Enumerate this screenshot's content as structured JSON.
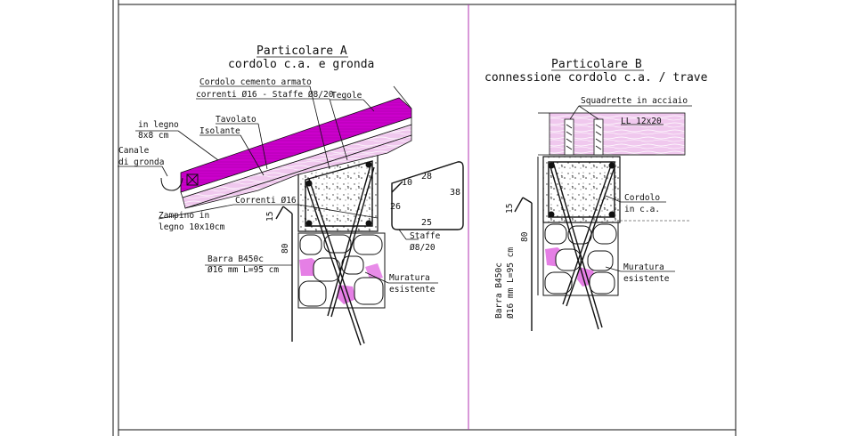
{
  "colors": {
    "magenta": "#cc00cc",
    "wood": "#f0c8ee",
    "ink": "#111111",
    "divider": "#b030b0"
  },
  "detail_a": {
    "title": "Particolare A",
    "subtitle": "cordolo c.a. e gronda",
    "labels": {
      "cordolo": "Cordolo cemento armato",
      "correnti_staffe": "correnti Ø16 - Staffe Ø8/20",
      "tegole": "Tegole",
      "legno_1": "in legno",
      "legno_2": "8x8 cm",
      "tavolato": "Tavolato",
      "isolante": "Isolante",
      "canale_1": "Canale",
      "canale_2": "di gronda",
      "correnti": "Correnti Ø16",
      "zampino_1": "Zampino in",
      "zampino_2": "legno 10x10cm",
      "barra_1": "Barra B450c",
      "barra_2": "Ø16 mm L=95 cm",
      "muratura_1": "Muratura",
      "muratura_2": "esistente",
      "staffe_1": "Staffe",
      "staffe_2": "Ø8/20",
      "bar_15": "15",
      "bar_80": "80"
    },
    "stirrup_dims": {
      "d10": "10",
      "d28": "28",
      "d38": "38",
      "d26": "26",
      "d25": "25"
    }
  },
  "detail_b": {
    "title": "Particolare B",
    "subtitle": "connessione cordolo c.a. / trave",
    "labels": {
      "squadrette": "Squadrette in acciaio",
      "ll": "LL 12x20",
      "cordolo_1": "Cordolo",
      "cordolo_2": "in c.a.",
      "muratura_1": "Muratura",
      "muratura_2": "esistente",
      "barra_1": "Barra B450c",
      "barra_2": "Ø16 mm L=95 cm",
      "bar_15": "15",
      "bar_80": "80"
    }
  }
}
